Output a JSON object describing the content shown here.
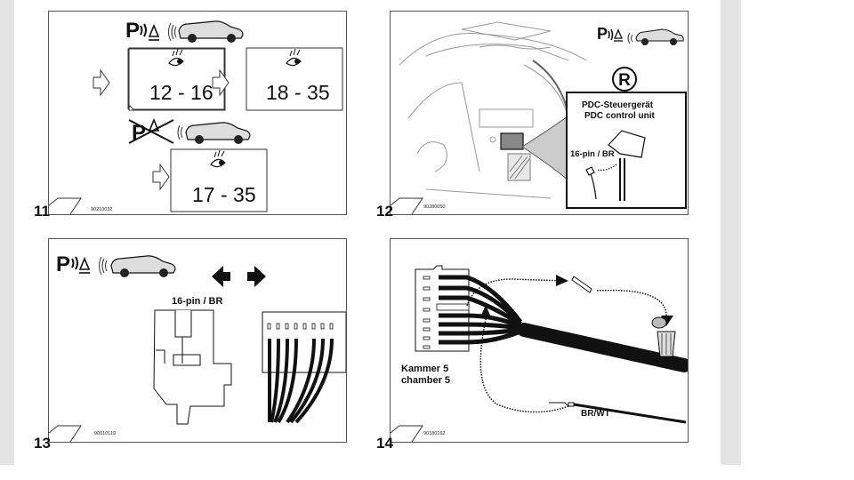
{
  "figures": [
    {
      "number": "11",
      "code": "90210032",
      "ranges": [
        "12 - 16",
        "18 - 35",
        "17 - 35"
      ]
    },
    {
      "number": "12",
      "code": "90280050",
      "symbol": "R",
      "label_de": "PDC-Steuergerät",
      "label_en": "PDC control unit",
      "connector": "16-pin / BR"
    },
    {
      "number": "13",
      "code": "90010119",
      "connector": "16-pin / BR"
    },
    {
      "number": "14",
      "code": "90180162",
      "label_de": "Kammer 5",
      "label_en": "chamber 5",
      "wire": "BR/WT"
    }
  ],
  "icons": {
    "pdc": "pdc-parking-sensor-icon",
    "car": "car-icon",
    "eye": "eye-icon",
    "arrow": "hollow-arrow-icon",
    "bin": "trash-bin-icon"
  }
}
